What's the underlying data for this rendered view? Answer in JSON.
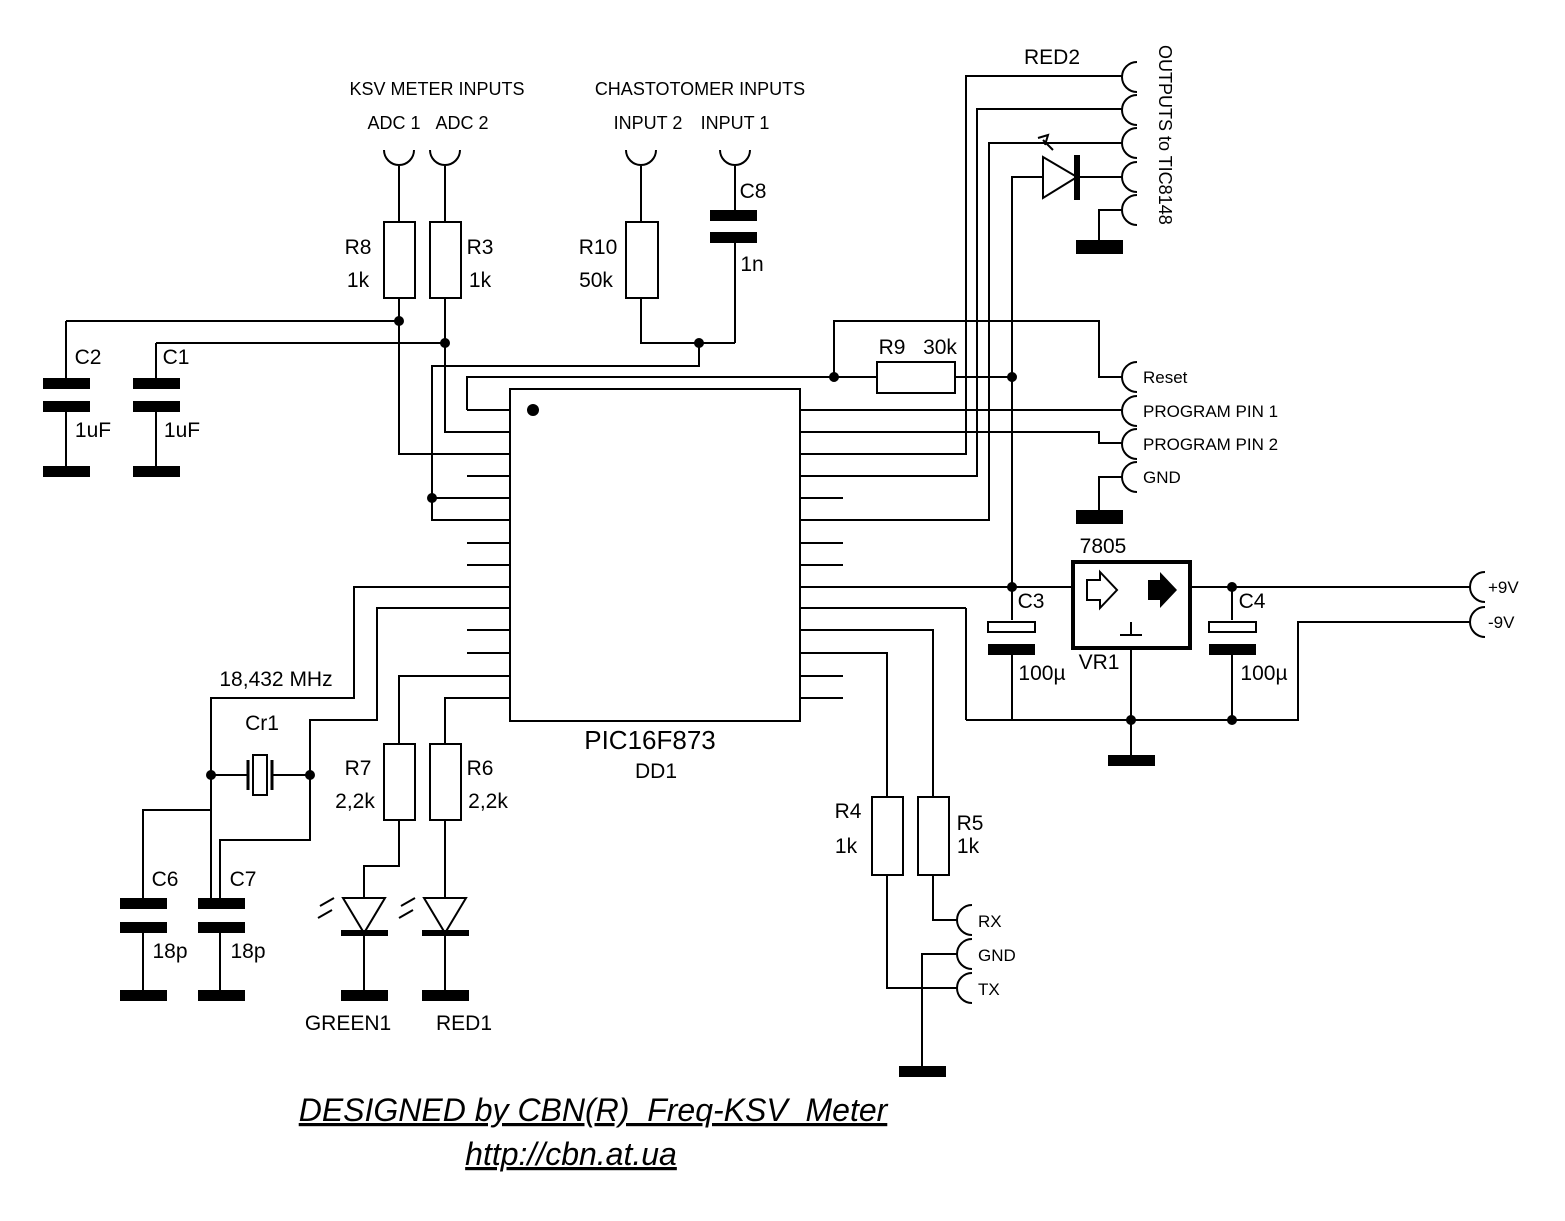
{
  "titles": {
    "ksv_inputs": "KSV METER INPUTS",
    "adc1": "ADC 1",
    "adc2": "ADC 2",
    "chastotomer_inputs": "CHASTOTOMER INPUTS",
    "input2": "INPUT 2",
    "input1": "INPUT 1",
    "outputs": "OUTPUTS to TIC8148",
    "red2": "RED2"
  },
  "components": {
    "r8": {
      "name": "R8",
      "value": "1k"
    },
    "r3": {
      "name": "R3",
      "value": "1k"
    },
    "r10": {
      "name": "R10",
      "value": "50k"
    },
    "c8": {
      "name": "C8",
      "value": "1n"
    },
    "c2": {
      "name": "C2",
      "value": "1uF"
    },
    "c1": {
      "name": "C1",
      "value": "1uF"
    },
    "r9": {
      "name": "R9",
      "value": "30k"
    },
    "c3": {
      "name": "C3",
      "value": "100µ"
    },
    "c4": {
      "name": "C4",
      "value": "100µ"
    },
    "vr1": {
      "name": "VR1",
      "type": "7805"
    },
    "mcu": {
      "type": "PIC16F873",
      "ref": "DD1"
    },
    "crystal": {
      "name": "Cr1",
      "freq": "18,432 MHz"
    },
    "c6": {
      "name": "C6",
      "value": "18p"
    },
    "c7": {
      "name": "C7",
      "value": "18p"
    },
    "r7": {
      "name": "R7",
      "value": "2,2k"
    },
    "r6": {
      "name": "R6",
      "value": "2,2k"
    },
    "r4": {
      "name": "R4",
      "value": "1k"
    },
    "r5": {
      "name": "R5",
      "value": "1k"
    },
    "green1": "GREEN1",
    "red1": "RED1"
  },
  "connectors": {
    "program": [
      "Reset",
      "PROGRAM PIN 1",
      "PROGRAM PIN 2",
      "GND"
    ],
    "power": [
      "+9V",
      "-9V"
    ],
    "serial": [
      "RX",
      "GND",
      "TX"
    ]
  },
  "credits": {
    "line1": "DESIGNED by CBN(R)  Freq-KSV_Meter",
    "line2": "http://cbn.at.ua"
  }
}
